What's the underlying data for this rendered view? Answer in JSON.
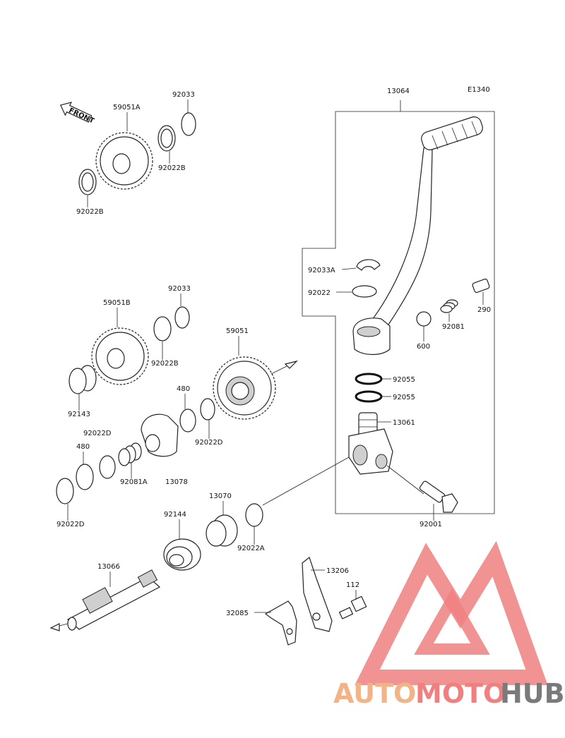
{
  "diagram_code": "E1340",
  "front_marker": "FRONT",
  "watermark": {
    "part1": "AUTO",
    "part2": "MOTO",
    "part3": "HUB",
    "colors": {
      "triangle": "#f08080",
      "auto": "#f2b487",
      "hub": "#7a7a7a"
    }
  },
  "labels": {
    "p13064": "13064",
    "p59051A": "59051A",
    "p92033_top": "92033",
    "p92022B_top": "92022B",
    "p92022B_left": "92022B",
    "p59051B": "59051B",
    "p92033_mid": "92033",
    "p92022B_mid": "92022B",
    "p59051": "59051",
    "p92143": "92143",
    "p480_mid": "480",
    "p92022D_right": "92022D",
    "p92022D_left": "92022D",
    "p480_left": "480",
    "p92081A": "92081A",
    "p13078": "13078",
    "p92022D_bottom": "92022D",
    "p92144": "92144",
    "p13070": "13070",
    "p92022A": "92022A",
    "p13066": "13066",
    "p92033A": "92033A",
    "p92022_arm": "92022",
    "p290": "290",
    "p92081": "92081",
    "p600": "600",
    "p92055_a": "92055",
    "p92055_b": "92055",
    "p13061": "13061",
    "p92001": "92001",
    "p13206": "13206",
    "p112": "112",
    "p32085": "32085"
  }
}
